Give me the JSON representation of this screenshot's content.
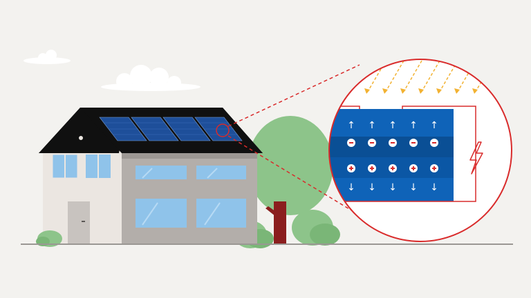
{
  "illustration": {
    "subject": "house-with-rooftop-solar-panels",
    "callout": "magnified-photovoltaic-cell",
    "panel_count": 4,
    "cell_diagram": {
      "columns": 5,
      "top_row_symbol": "↑",
      "negative_row_symbol": "−",
      "positive_row_symbol": "+",
      "bottom_row_symbol": "↓",
      "energy_icon": "lightning-bolt-icon",
      "light_rays": "sunlight-arrows-icon"
    },
    "colors": {
      "background": "#f3f2ef",
      "accent_red": "#d92b2b",
      "cell_blue": "#0f63b8",
      "cell_blue_dark": "#0a4f95",
      "sun_yellow": "#f2b233",
      "tree_green": "#8dc48a",
      "trunk": "#8b1e1e"
    }
  }
}
